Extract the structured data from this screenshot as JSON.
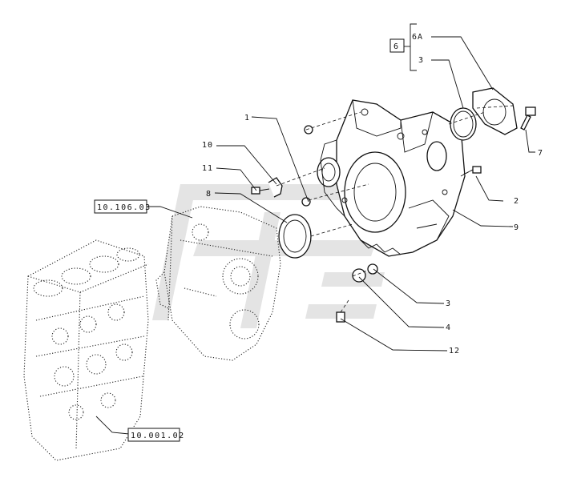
{
  "callouts": {
    "c1": "1",
    "c2": "2",
    "c3_top": "3",
    "c3": "3",
    "c4": "4",
    "c6": "6",
    "c6a": "6A",
    "c7": "7",
    "c8": "8",
    "c9": "9",
    "c10": "10",
    "c11": "11",
    "c12": "12"
  },
  "references": {
    "ref_top": "10.106.03",
    "ref_bottom": "10.001.02"
  }
}
